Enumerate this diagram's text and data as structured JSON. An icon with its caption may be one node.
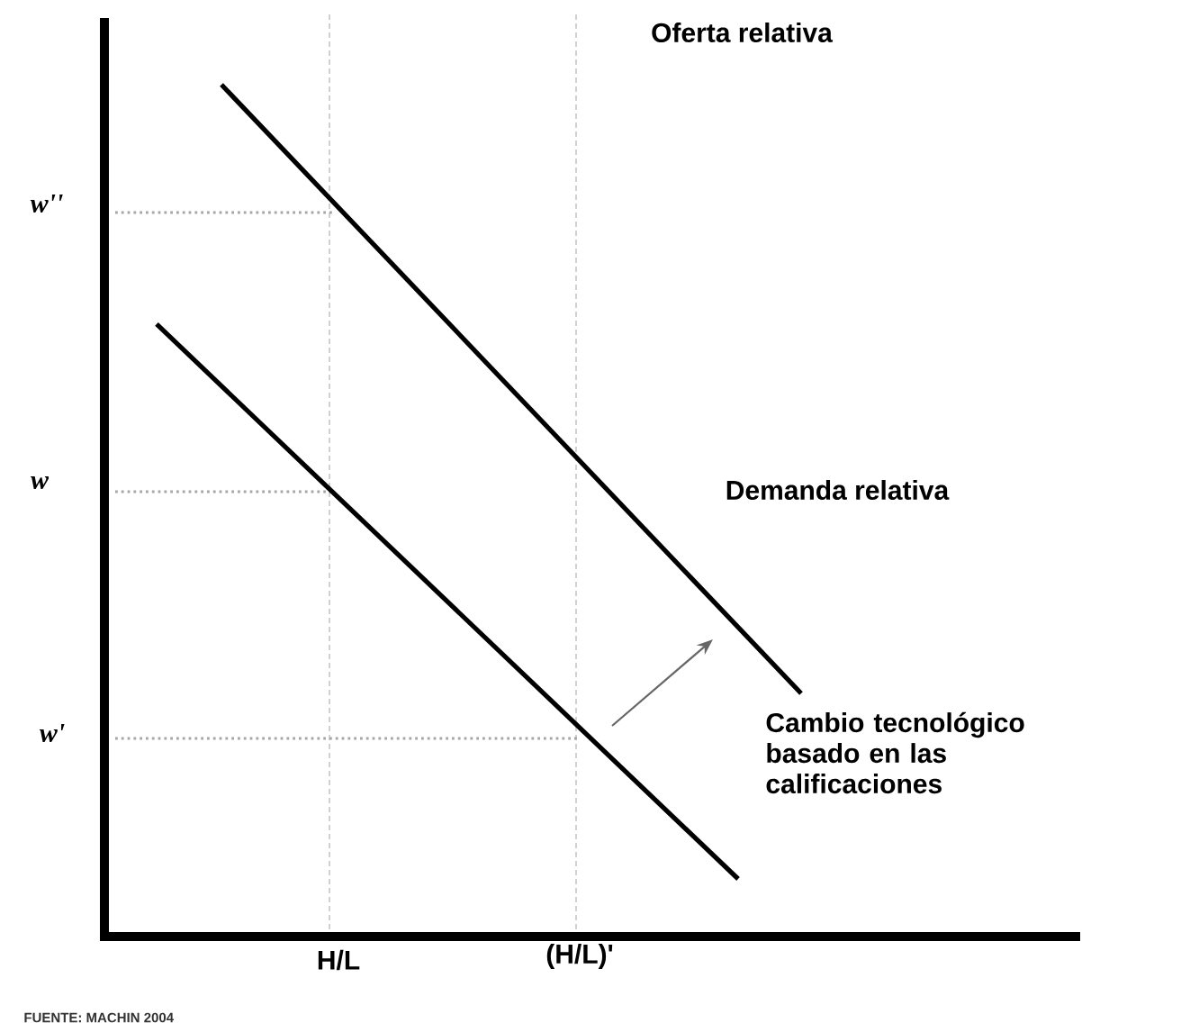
{
  "diagram": {
    "caption": "FUENTE: MACHIN 2004",
    "labels": [
      "Oferta relativa",
      "w''",
      "w",
      "Demanda relativa",
      "w'",
      "Cambio tecnológico basado en las calificaciones",
      "H/L",
      "(H/L)'"
    ]
  }
}
